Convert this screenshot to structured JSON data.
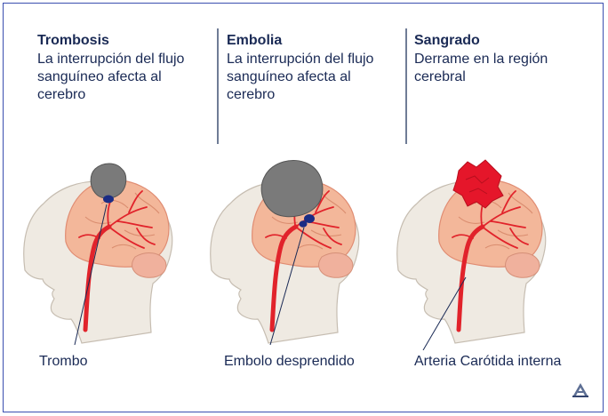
{
  "panels": [
    {
      "title": "Trombosis",
      "description": "La interrupción del flujo sanguíneo afecta al cerebro",
      "callout": "Trombo"
    },
    {
      "title": "Embolia",
      "description": "La interrupción del flujo sanguíneo afecta al cerebro",
      "callout": "Embolo desprendido"
    },
    {
      "title": "Sangrado",
      "description": "Derrame en la región cerebral",
      "callout": "Arteria Carótida interna"
    }
  ],
  "colors": {
    "border": "#3a4fb0",
    "text": "#1a2a55",
    "skin": "#efeae2",
    "brain": "#f3b79a",
    "artery": "#e1232b",
    "clot": "#7a7a7a",
    "blockage": "#1b2c84",
    "bleed": "#e5162a"
  },
  "icons": {
    "logo": "adam-logo-icon"
  }
}
